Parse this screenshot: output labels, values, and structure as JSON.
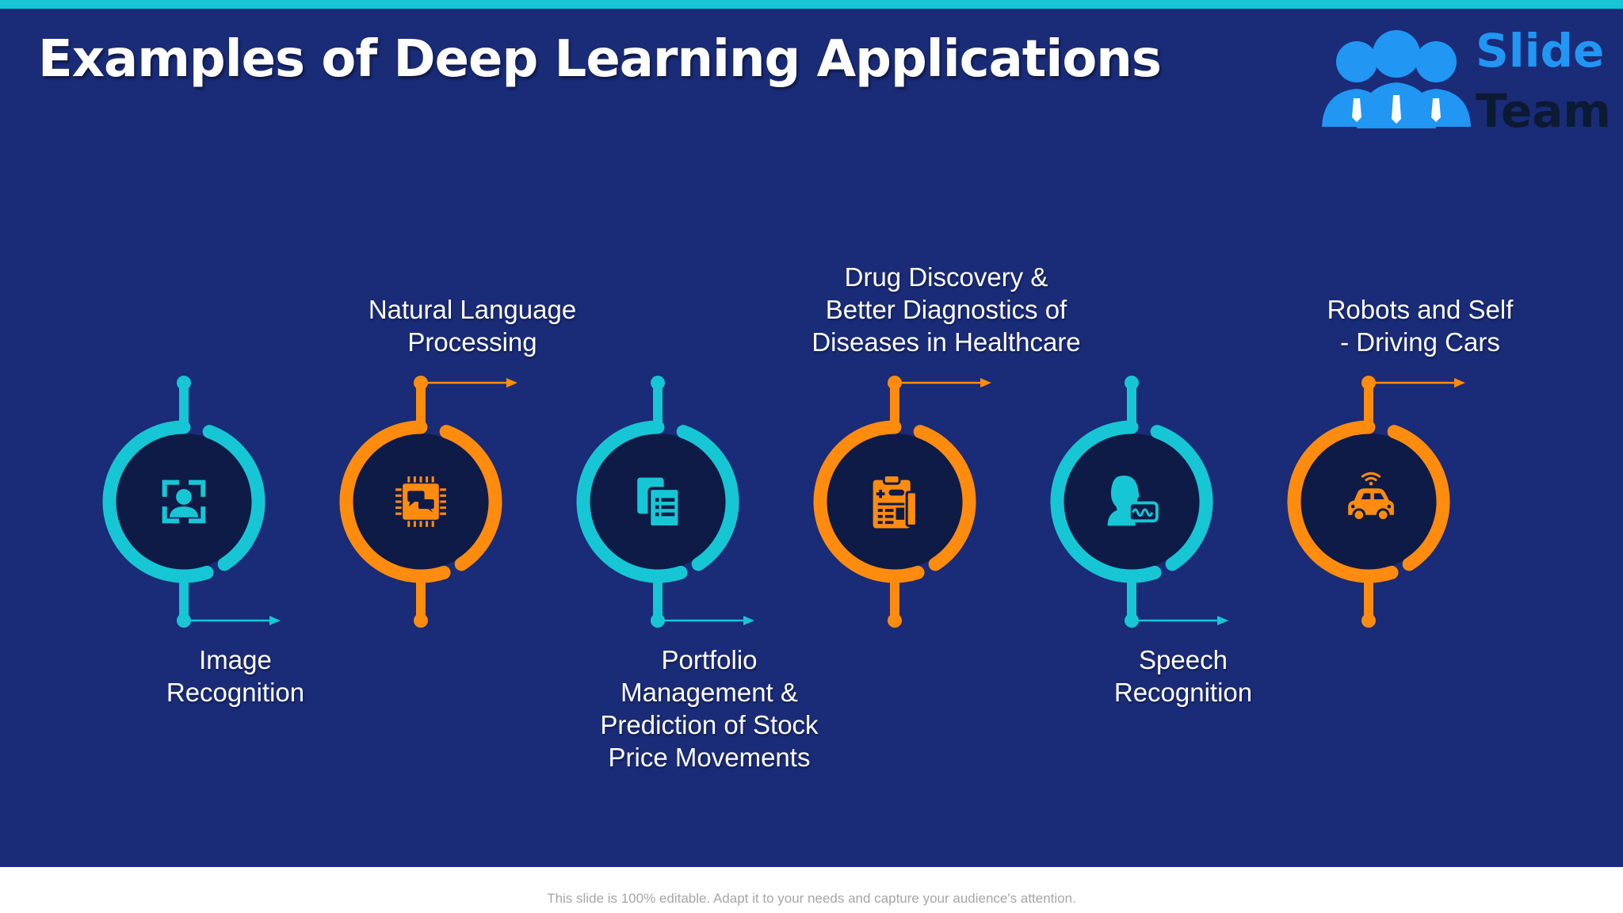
{
  "slide": {
    "title": "Examples of Deep Learning Applications",
    "logo": {
      "line1": "Slide",
      "line2": "Team"
    },
    "footer": "This slide is 100% editable. Adapt it to your needs and capture your audience's attention."
  },
  "colors": {
    "background": "#1a2b78",
    "teal": "#17c6d4",
    "orange": "#ff8c0f",
    "circle_fill": "#0f1b47",
    "text": "#ffffff"
  },
  "steps": [
    {
      "label": "Image\nRecognition",
      "position": "bottom",
      "color": "teal",
      "icon": "face-recognition-icon"
    },
    {
      "label": "Natural Language\nProcessing",
      "position": "top",
      "color": "orange",
      "icon": "ai-chip-chat-icon"
    },
    {
      "label": "Portfolio\nManagement &\nPrediction of Stock\nPrice Movements",
      "position": "bottom",
      "color": "teal",
      "icon": "documents-list-icon"
    },
    {
      "label": "Drug Discovery &\nBetter Diagnostics of\nDiseases in Healthcare",
      "position": "top",
      "color": "orange",
      "icon": "medical-clipboard-icon"
    },
    {
      "label": "Speech\nRecognition",
      "position": "bottom",
      "color": "teal",
      "icon": "voice-wave-icon"
    },
    {
      "label": "Robots and Self\n- Driving Cars",
      "position": "top",
      "color": "orange",
      "icon": "connected-car-icon"
    }
  ]
}
